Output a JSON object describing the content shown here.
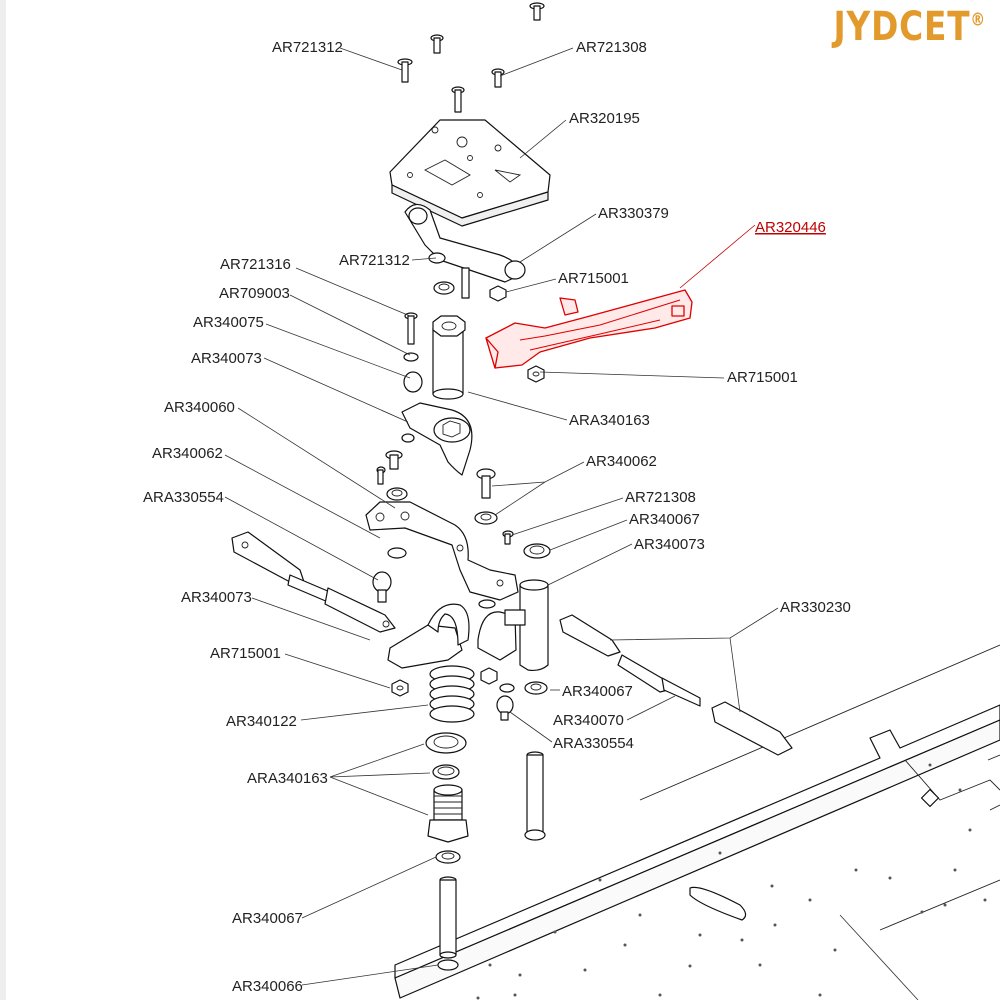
{
  "brand": {
    "name": "JYDCET",
    "mark": "®",
    "color": "#e39a2d"
  },
  "highlight_color": "#e00000",
  "labels": {
    "ar721312_top": "AR721312",
    "ar721308_top": "AR721308",
    "ar320195": "AR320195",
    "ar330379": "AR330379",
    "ar320446": "AR320446",
    "ar721316": "AR721316",
    "ar721312_mid": "AR721312",
    "ar715001_a": "AR715001",
    "ar709003": "AR709003",
    "ar340075": "AR340075",
    "ar340073_a": "AR340073",
    "ar715001_b": "AR715001",
    "ar340060": "AR340060",
    "ara340163_a": "ARA340163",
    "ar340062_left": "AR340062",
    "ar340062_right": "AR340062",
    "ara330554_left": "ARA330554",
    "ar721308_mid": "AR721308",
    "ar340067_a": "AR340067",
    "ar340073_b": "AR340073",
    "ar340073_c": "AR340073",
    "ar330230": "AR330230",
    "ar715001_c": "AR715001",
    "ar340067_b": "AR340067",
    "ar340122": "AR340122",
    "ar340070": "AR340070",
    "ara330554_right": "ARA330554",
    "ara340163_b": "ARA340163",
    "ar340067_c": "AR340067",
    "ar340066": "AR340066"
  }
}
